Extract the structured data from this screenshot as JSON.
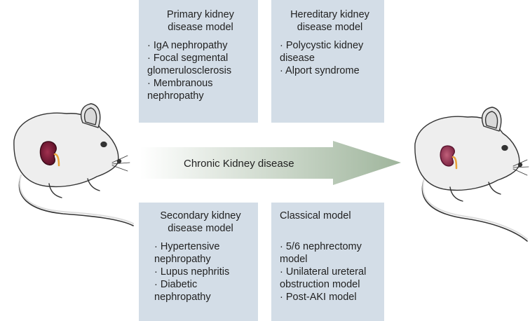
{
  "center_arrow": {
    "label": "Chronic Kidney disease"
  },
  "boxes": {
    "primary": {
      "title_lines": [
        "Primary kidney",
        "disease model"
      ],
      "item_lines": [
        "· IgA nephropathy",
        "· Focal segmental",
        "glomerulosclerosis",
        "· Membranous",
        "nephropathy"
      ]
    },
    "hereditary": {
      "title_lines": [
        "Hereditary kidney",
        "disease model"
      ],
      "item_lines": [
        "· Polycystic kidney",
        "disease",
        "· Alport syndrome"
      ]
    },
    "secondary": {
      "title_lines": [
        "Secondary kidney",
        "disease model"
      ],
      "item_lines": [
        "· Hypertensive",
        "nephropathy",
        "· Lupus nephritis",
        "· Diabetic",
        "nephropathy"
      ]
    },
    "classical": {
      "title_lines": [
        "Classical model"
      ],
      "item_lines": [
        "· 5/6 nephrectomy",
        "model",
        "· Unilateral ureteral",
        "obstruction model",
        "· Post-AKI model"
      ]
    }
  },
  "colors": {
    "box_fill": "#d3dde7",
    "arrow_start": "#ffffff",
    "arrow_end": "#9fb59c",
    "mouse_body": "#eeeeee",
    "mouse_outline": "#333333",
    "kidney_healthy": "#6e1430",
    "kidney_diseased": "#8a2a4a",
    "ureter": "#e8a23a"
  }
}
